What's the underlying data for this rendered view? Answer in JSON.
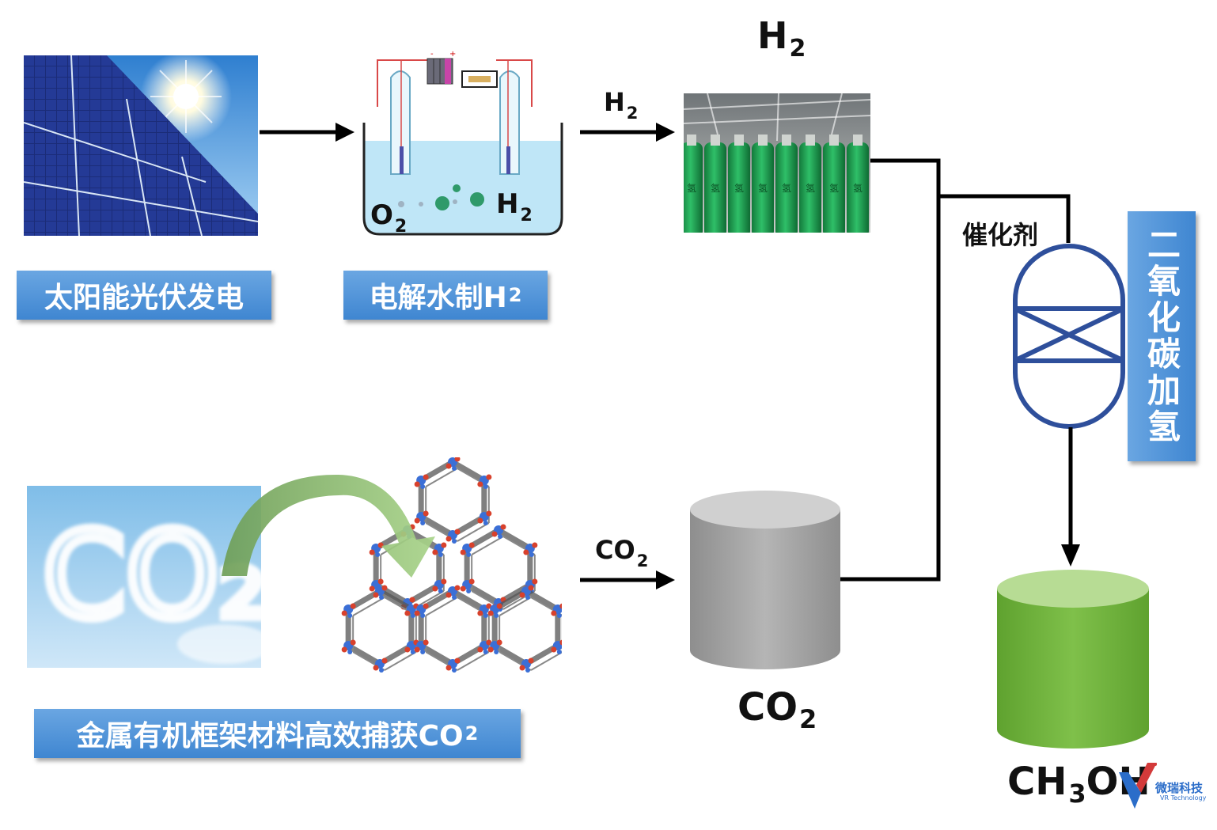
{
  "labels": {
    "solar": "太阳能光伏发电",
    "electrolysis_prefix": "电解水制H",
    "electrolysis_sub": "2",
    "mof_prefix": "金属有机框架材料高效捕获CO",
    "mof_sub": "2",
    "hydrogenation": "二氧化碳加氢",
    "catalyst": "催化剂"
  },
  "chem": {
    "h2_main": "H",
    "h2_main_sub": "2",
    "h2_arrow": "H",
    "h2_arrow_sub": "2",
    "o2_cell": "O",
    "o2_cell_sub": "2",
    "h2_cell": "H",
    "h2_cell_sub": "2",
    "co2_arrow": "CO",
    "co2_arrow_sub": "2",
    "co2_tank": "CO",
    "co2_tank_sub": "2",
    "methanol_a": "CH",
    "methanol_sub": "3",
    "methanol_b": "OH"
  },
  "cylinder_char": "氢",
  "co2_sky_text": "CO₂",
  "logo": {
    "name": "微瑞科技",
    "sub": "VR Technology"
  },
  "colors": {
    "label_blue": "#4a90d9",
    "reactor_blue": "#2e4f9b",
    "tank_gray": "#a9a9a9",
    "tank_green": "#72b23e",
    "cylinder_green": "#1f9a4e",
    "arrow_green": "#8fbf6a"
  }
}
